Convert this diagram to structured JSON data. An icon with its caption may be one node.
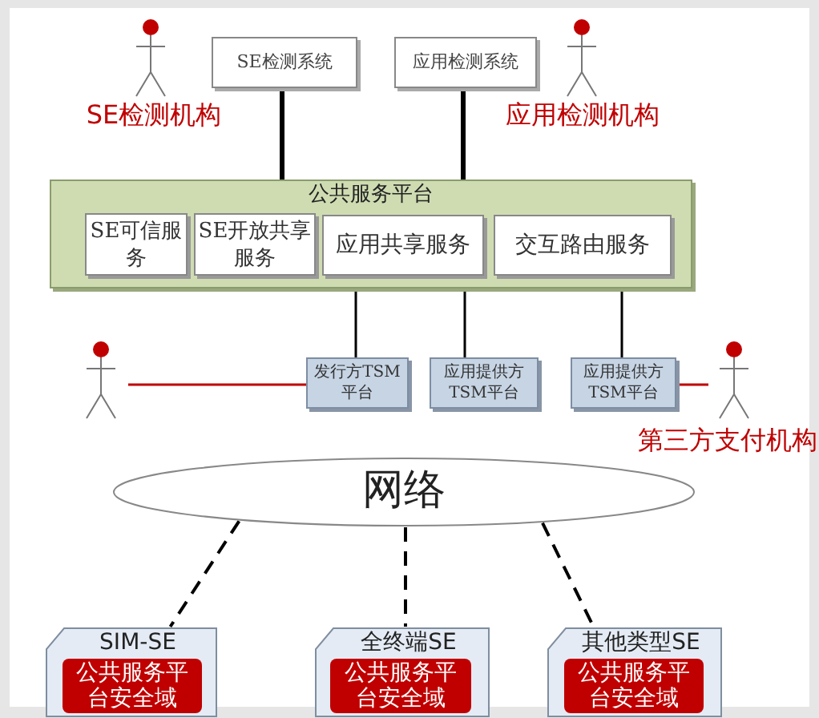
{
  "diagram": {
    "nodes": [
      {
        "text": [
          "SE检测机构"
        ]
      },
      {
        "text": [
          "SE检测系统"
        ]
      },
      {
        "text": [
          "应用检测系统"
        ]
      },
      {
        "text": [
          "应用检测机构"
        ]
      },
      {
        "text": [
          "公共服务平台"
        ]
      },
      {
        "text": [
          "SE可信服务"
        ],
        "in": 4
      },
      {
        "text": [
          "SE开放共享服务"
        ],
        "in": 4
      },
      {
        "text": [
          "应用共享服务"
        ],
        "in": 4
      },
      {
        "text": [
          "交互路由服务"
        ],
        "in": 4
      },
      {
        "text": [],
        "shape": "person"
      },
      {
        "text": [
          "发行方TSM平台"
        ]
      },
      {
        "text": [
          "应用提供方TSM平台"
        ]
      },
      {
        "text": [
          "应用提供方TSM平台"
        ]
      },
      {
        "text": [
          "第三方支付机构"
        ]
      },
      {
        "text": [
          "网络"
        ]
      },
      {
        "text": [
          "SIM-SE"
        ]
      },
      {
        "text": [
          "公共服务平台安全域"
        ],
        "in": 15
      },
      {
        "text": [
          "全终端SE"
        ]
      },
      {
        "text": [
          "公共服务平台安全域"
        ],
        "in": 17
      },
      {
        "text": [
          "其他类型SE"
        ]
      },
      {
        "text": [
          "公共服务平台安全域"
        ],
        "in": 19
      }
    ],
    "edges": [
      {
        "from": 1,
        "to": 4,
        "arrow": "none",
        "style": "thick"
      },
      {
        "from": 2,
        "to": 4,
        "arrow": "none",
        "style": "thick"
      },
      {
        "from": 7,
        "to": 10,
        "arrow": "none"
      },
      {
        "from": 7,
        "to": 11,
        "arrow": "none"
      },
      {
        "from": 8,
        "to": 12,
        "arrow": "none"
      },
      {
        "from": 9,
        "to": 10,
        "arrow": "none",
        "color": "#c00000"
      },
      {
        "from": 12,
        "to": 13,
        "arrow": "none",
        "color": "#c00000"
      },
      {
        "from": 14,
        "to": 15,
        "arrow": "none",
        "style": "dashed"
      },
      {
        "from": 14,
        "to": 17,
        "arrow": "none",
        "style": "dashed"
      },
      {
        "from": 14,
        "to": 19,
        "arrow": "none",
        "style": "dashed"
      }
    ]
  }
}
